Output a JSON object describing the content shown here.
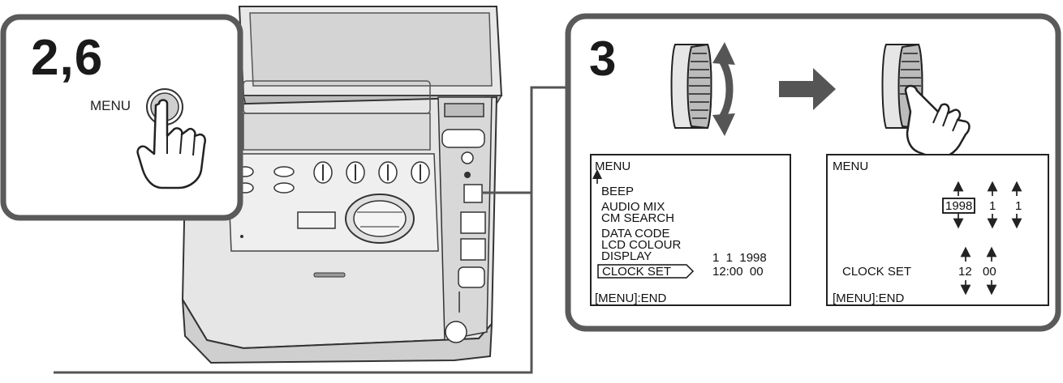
{
  "left_panel": {
    "step_label": "2,6",
    "button_label": "MENU"
  },
  "right_panel": {
    "step_label": "3"
  },
  "screen_menu": {
    "title": "MENU",
    "items": [
      "BEEP",
      "AUDIO MIX",
      "CM SEARCH",
      "DATA CODE",
      "LCD COLOUR",
      "DISPLAY",
      "CLOCK SET"
    ],
    "display_value": "1  1  1998",
    "clock_value": "12:00  00",
    "footer": "[MENU]:END"
  },
  "screen_clock": {
    "title": "MENU",
    "year": "1998",
    "month": "1",
    "day": "1",
    "label": "CLOCK SET",
    "hour": "12",
    "minute": "00",
    "footer": "[MENU]:END"
  },
  "colors": {
    "frame": "#5a5a5a",
    "device": "#e6e6e6",
    "device_dark": "#8c8c8c",
    "ink": "#1a1a1a"
  }
}
